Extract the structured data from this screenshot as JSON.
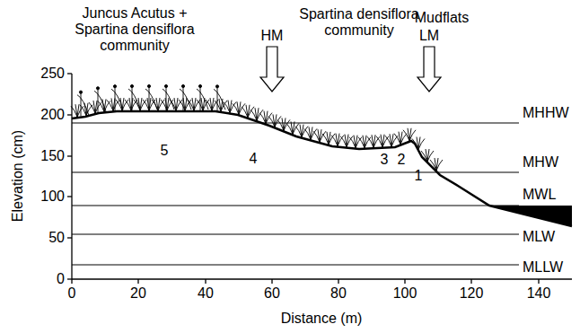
{
  "diagram": {
    "labels": [
      "Juncus Acutus + Spartina densiflora community",
      "Spartina densiflora community",
      "Mudflats",
      "HM",
      "LM",
      "250",
      "200",
      "150",
      "100",
      "50",
      "0",
      "0",
      "20",
      "40",
      "60",
      "80",
      "100",
      "120",
      "140",
      "Elevation (cm)",
      "Distance (m)",
      "MHHW",
      "MHW",
      "MWL",
      "MLW",
      "MLLW",
      "5",
      "4",
      "3",
      "2",
      "1"
    ]
  }
}
